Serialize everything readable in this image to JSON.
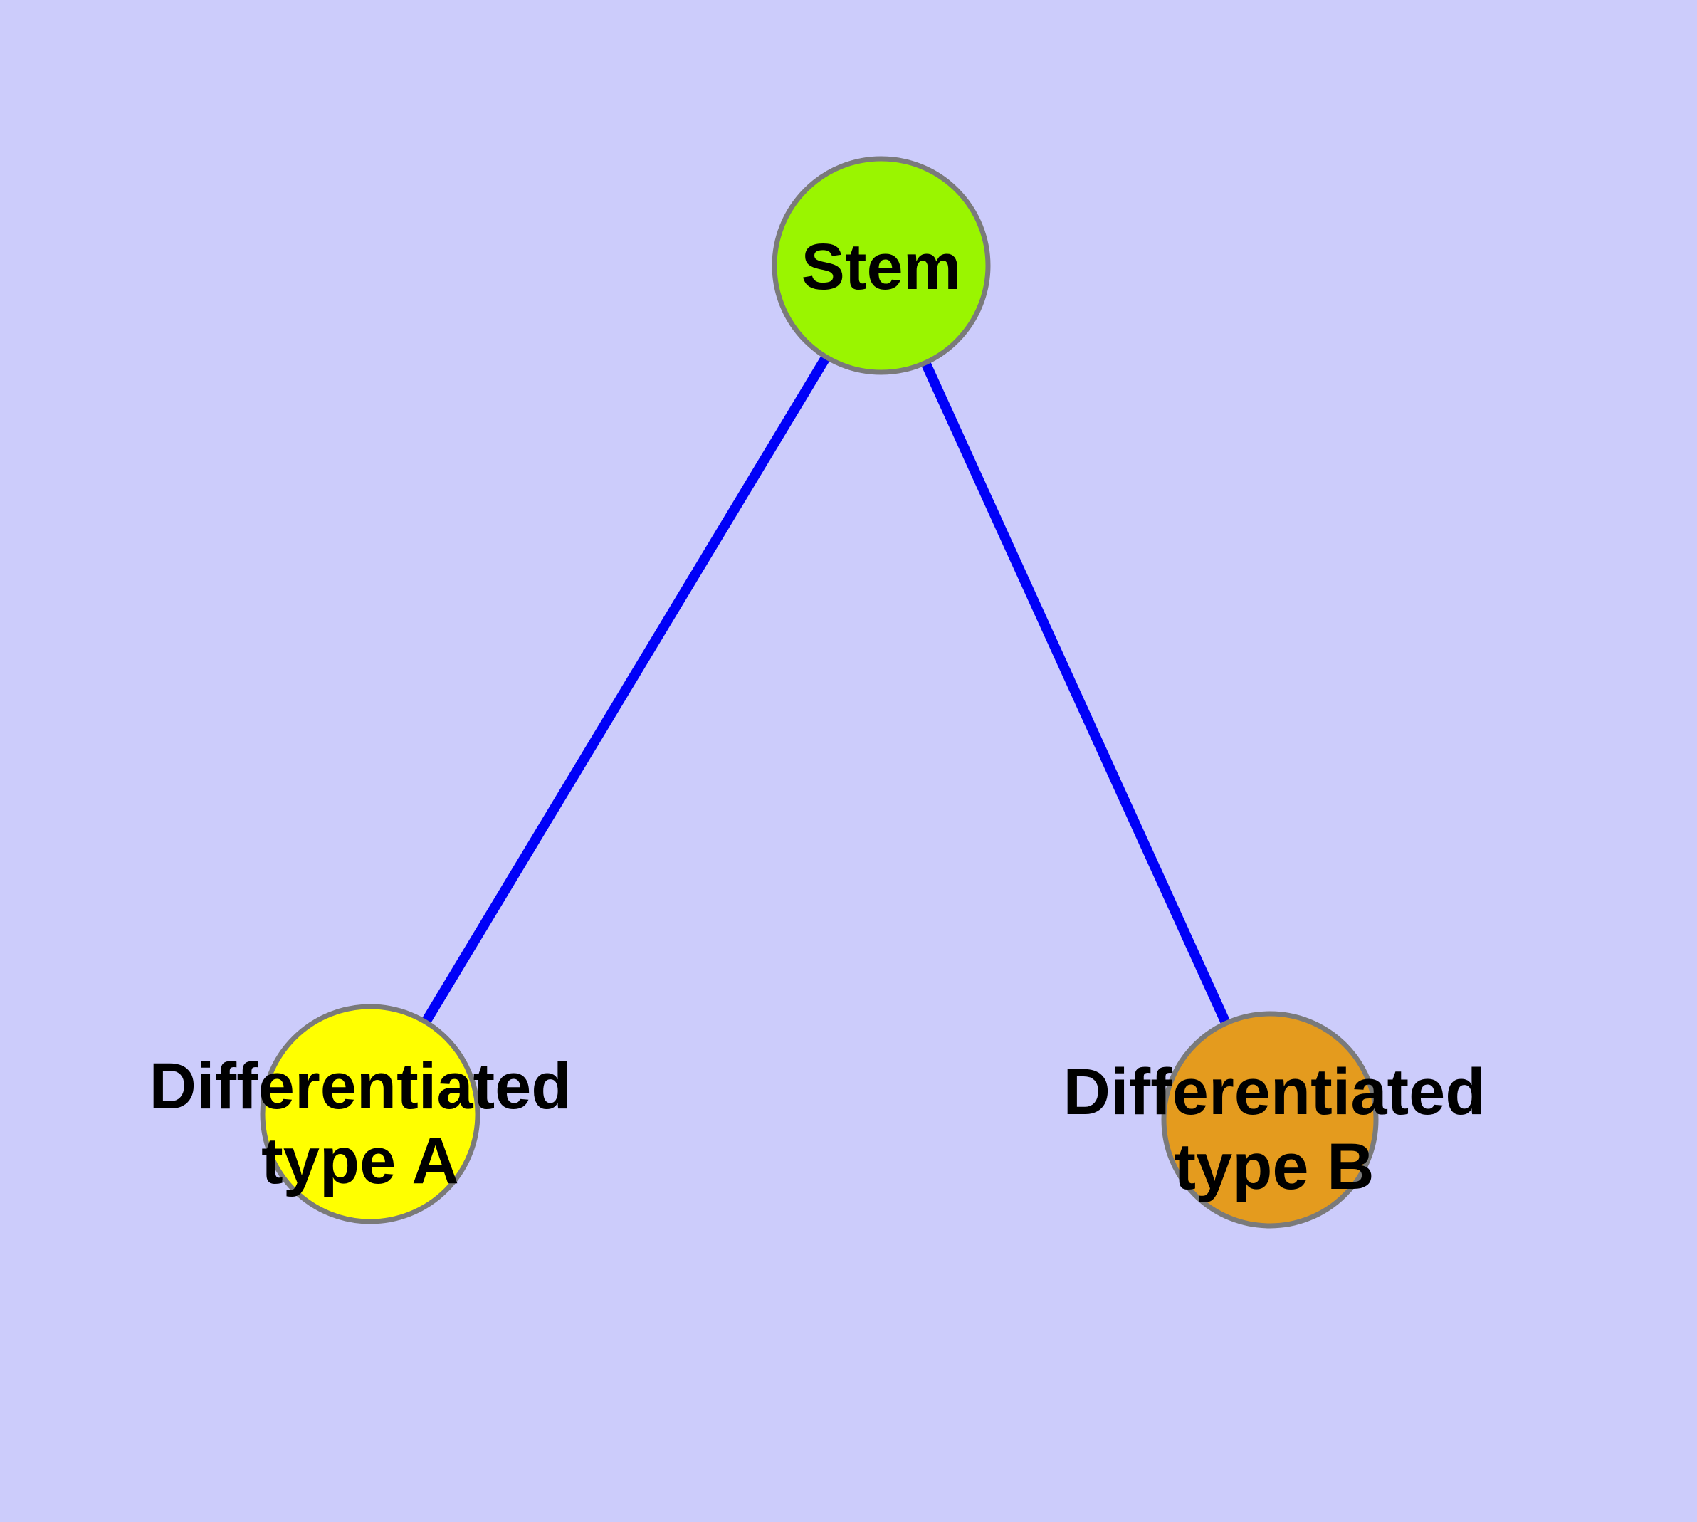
{
  "diagram": {
    "type": "graph",
    "description": "Cell differentiation hierarchy: stem node with two differentiated child nodes"
  },
  "colors": {
    "background": "#CCCCFB",
    "edge": "#0000F8",
    "node_border": "#7A7A7A",
    "label": "#000000",
    "stem_fill": "#9AF500",
    "type_a_fill": "#FFFF00",
    "type_b_fill": "#E49B1E"
  },
  "nodes": {
    "stem": {
      "label": "Stem",
      "color": "#9AF500"
    },
    "type_a": {
      "label_line1": "Differentiated",
      "label_line2": "type A",
      "color": "#FFFF00"
    },
    "type_b": {
      "label_line1": "Differentiated",
      "label_line2": "type B",
      "color": "#E49B1E"
    }
  },
  "edges": [
    {
      "from": "stem",
      "to": "type_a"
    },
    {
      "from": "stem",
      "to": "type_b"
    }
  ]
}
